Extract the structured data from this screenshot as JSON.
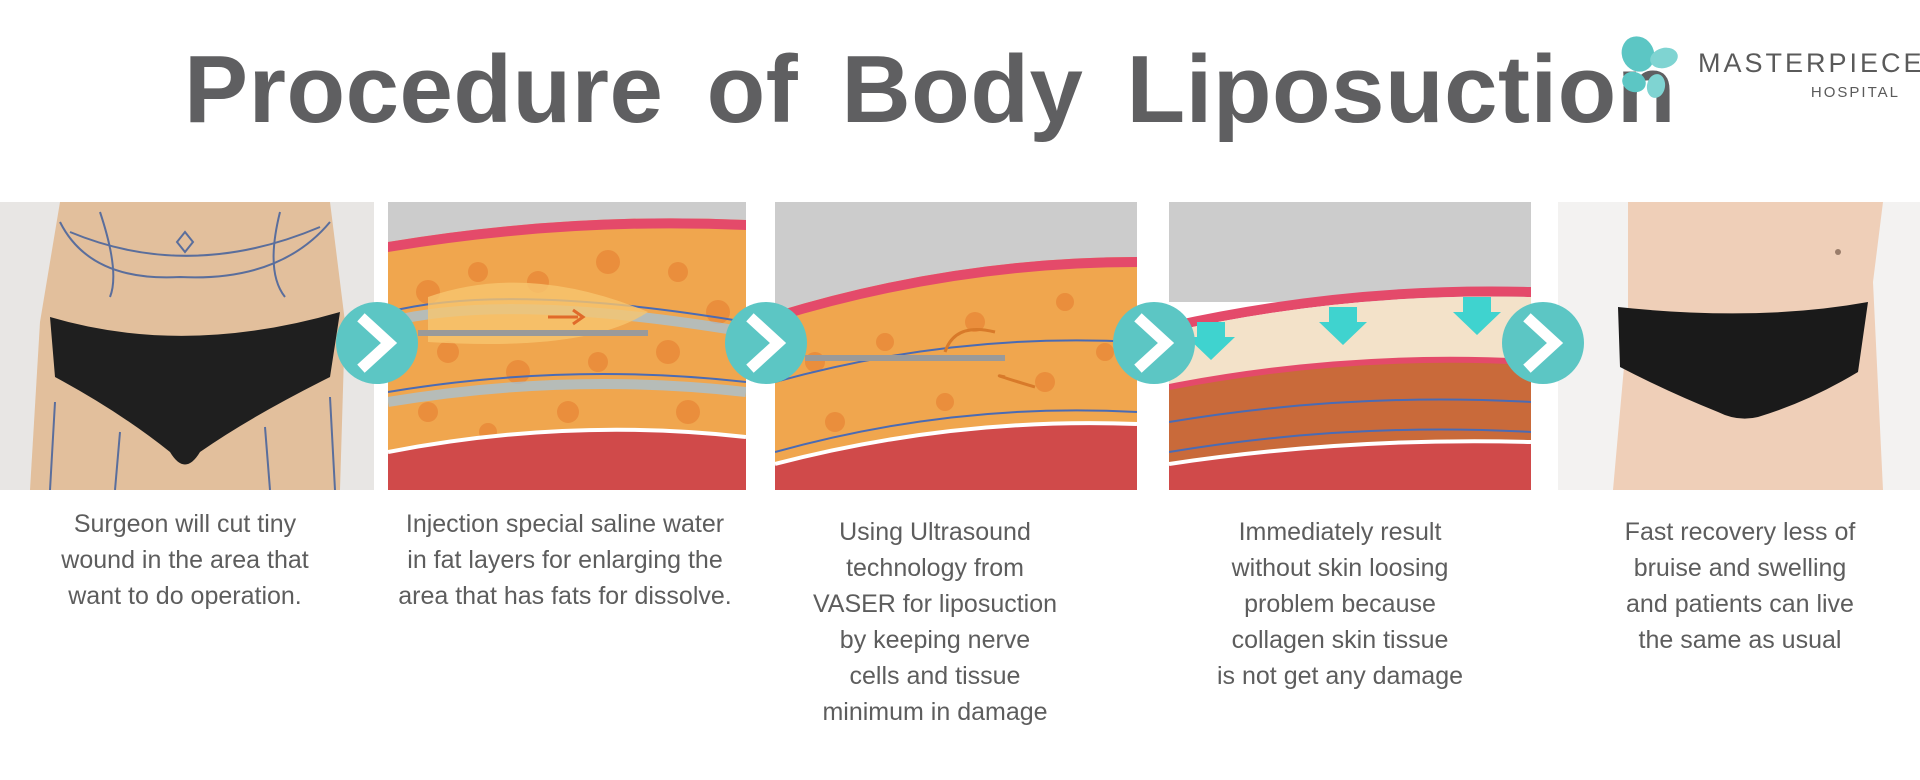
{
  "title": "Procedure of Body Liposuction",
  "brand": {
    "name": "MASTERPIECE",
    "sub": "HOSPITAL",
    "color": "#5cc6c4"
  },
  "arrow_icon": "chevron-right-icon",
  "steps": [
    {
      "lines": [
        "Surgeon will cut tiny",
        "wound in the area that",
        "want to do operation."
      ]
    },
    {
      "lines": [
        "Injection special saline water",
        "in fat layers for enlarging the",
        "area that has fats for dissolve."
      ]
    },
    {
      "lines": [
        "Using Ultrasound",
        "technology from",
        "VASER for liposuction",
        "by keeping nerve",
        "cells and tissue",
        "minimum in damage"
      ]
    },
    {
      "lines": [
        "Immediately result",
        "without skin loosing",
        "problem because",
        "collagen skin tissue",
        "is not get any damage"
      ]
    },
    {
      "lines": [
        "Fast recovery less of",
        "bruise and swelling",
        "and patients can live",
        "the same as usual"
      ]
    }
  ]
}
